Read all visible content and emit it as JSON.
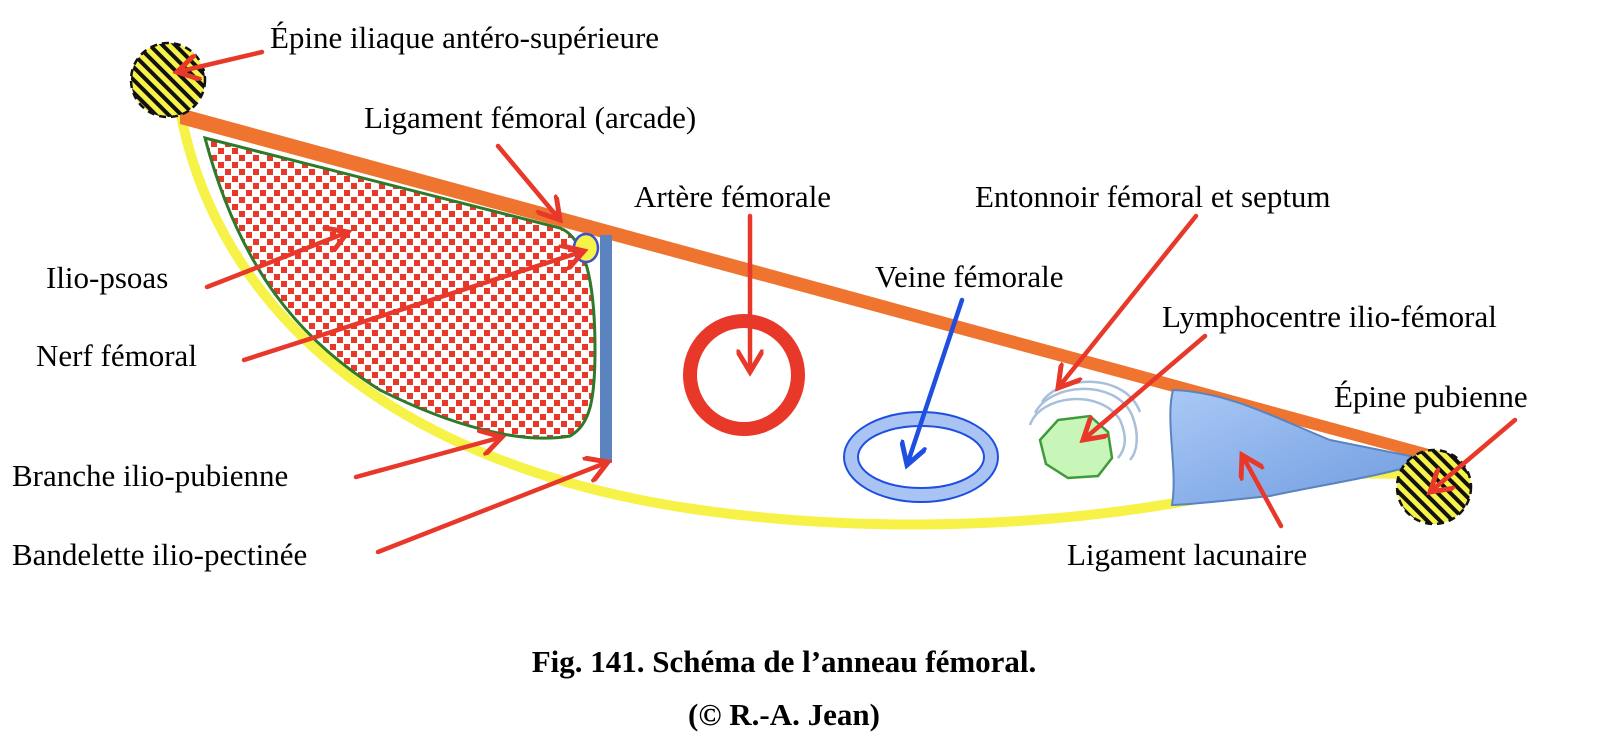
{
  "labels": {
    "epine_iliaque": "Épine iliaque antéro-supérieure",
    "ligament_femoral": "Ligament fémoral (arcade)",
    "artere_femorale": "Artère fémorale",
    "entonnoir": "Entonnoir fémoral et septum",
    "veine_femorale": "Veine fémorale",
    "lymphocentre": "Lymphocentre ilio-fémoral",
    "epine_pubienne": "Épine pubienne",
    "ilio_psoas": "Ilio-psoas",
    "nerf_femoral": "Nerf fémoral",
    "branche": "Branche ilio-pubienne",
    "bandelette": "Bandelette ilio-pectinée",
    "ligament_lacunaire": "Ligament lacunaire"
  },
  "caption": {
    "line1": "Fig. 141. Schéma de l’anneau fémoral.",
    "line2": "(© R.-A. Jean)"
  },
  "colors": {
    "ligament": "#ee7430",
    "bone": "#f7f247",
    "artery": "#e8382a",
    "vein": "#1f4fe0",
    "vein_fill": "#a9c4f2",
    "arrow": "#e8382a",
    "muscle_border": "#2f7a2a",
    "septum": "#5a83c0",
    "lymph": "#c8f5b8",
    "lacunar": "#8fb4ea"
  }
}
